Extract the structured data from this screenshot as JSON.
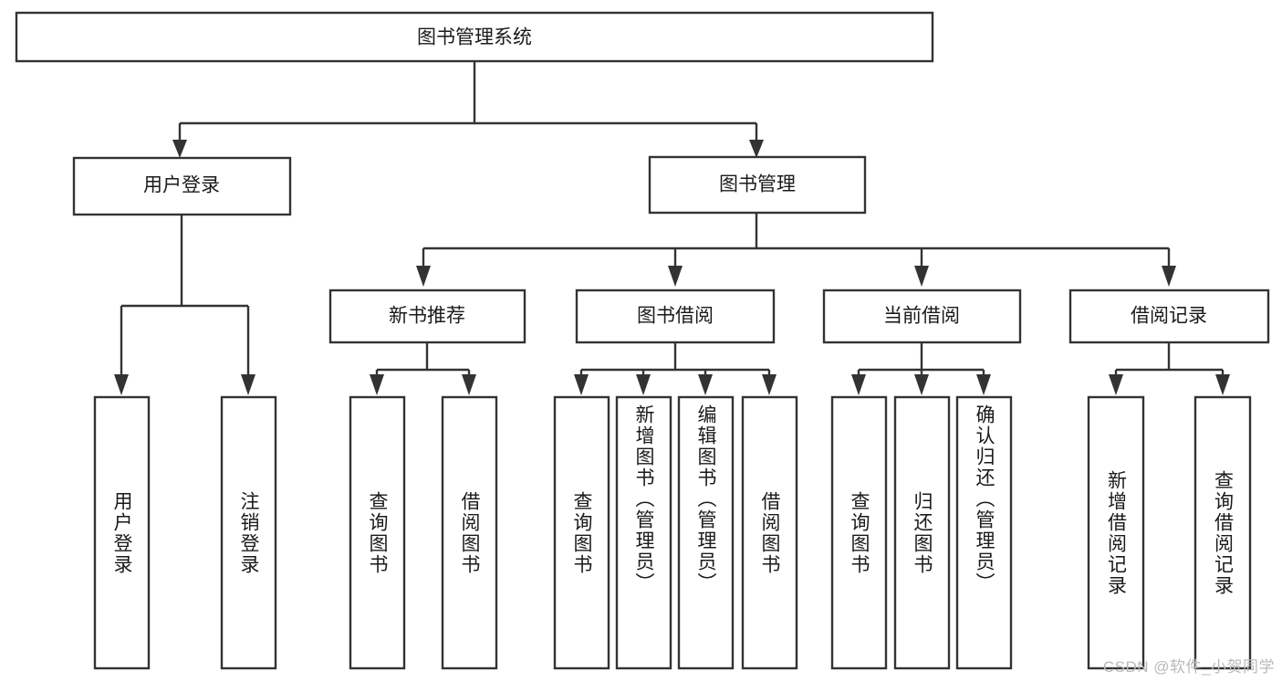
{
  "diagram": {
    "type": "tree",
    "title": "图书管理系统",
    "orientation": "top-down",
    "colors": {
      "box_fill": "#ffffff",
      "box_stroke": "#333333",
      "text": "#1a1a1a",
      "watermark": "#b9b9b9",
      "background": "#ffffff"
    },
    "root": {
      "id": "root",
      "label": "图书管理系统"
    },
    "level1": [
      {
        "id": "user-login",
        "label": "用户登录"
      },
      {
        "id": "book-management",
        "label": "图书管理"
      }
    ],
    "level2": [
      {
        "id": "new-book-recommend",
        "label": "新书推荐",
        "parent": "book-management"
      },
      {
        "id": "book-borrow",
        "label": "图书借阅",
        "parent": "book-management"
      },
      {
        "id": "current-borrow",
        "label": "当前借阅",
        "parent": "book-management"
      },
      {
        "id": "borrow-record",
        "label": "借阅记录",
        "parent": "book-management"
      }
    ],
    "leaves": {
      "user-login": [
        {
          "id": "leaf-user-login",
          "label": "用户登录"
        },
        {
          "id": "leaf-logout-login",
          "label": "注销登录"
        }
      ],
      "new-book-recommend": [
        {
          "id": "leaf-query-book-1",
          "label": "查询图书"
        },
        {
          "id": "leaf-borrow-book-1",
          "label": "借阅图书"
        }
      ],
      "book-borrow": [
        {
          "id": "leaf-query-book-2",
          "label": "查询图书"
        },
        {
          "id": "leaf-add-book",
          "label": "新增图书（管理员）"
        },
        {
          "id": "leaf-edit-book",
          "label": "编辑图书（管理员）"
        },
        {
          "id": "leaf-borrow-book-2",
          "label": "借阅图书"
        }
      ],
      "current-borrow": [
        {
          "id": "leaf-query-book-3",
          "label": "查询图书"
        },
        {
          "id": "leaf-return-book",
          "label": "归还图书"
        },
        {
          "id": "leaf-confirm-return",
          "label": "确认归还（管理员）"
        }
      ],
      "borrow-record": [
        {
          "id": "leaf-add-record",
          "label": "新增借阅记录"
        },
        {
          "id": "leaf-query-record",
          "label": "查询借阅记录"
        }
      ]
    },
    "watermark": "CSDN @软件_小贺同学"
  }
}
